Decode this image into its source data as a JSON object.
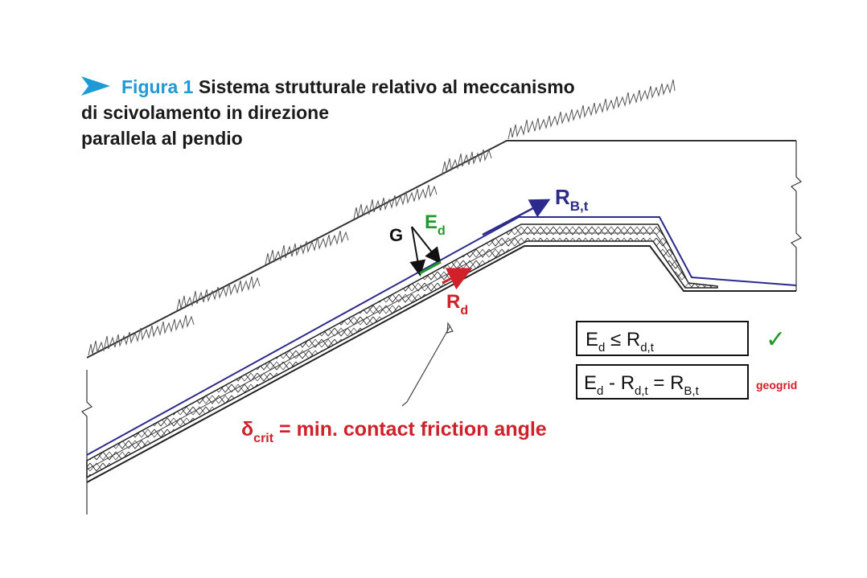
{
  "caption": {
    "figure_label": "Figura 1",
    "text_line1": "Sistema strutturale relativo al meccanismo",
    "text_line2": "di scivolamento in direzione",
    "text_line3": "parallela al pendio"
  },
  "labels": {
    "g": "G",
    "ed_main": "E",
    "ed_sub": "d",
    "rbt_main": "R",
    "rbt_sub": "B,t",
    "rd_main": "R",
    "rd_sub": "d",
    "delta_main": "δ",
    "delta_sub": "crit",
    "delta_text": " = min. contact friction angle",
    "eq1_e": "E",
    "eq1_e_sub": "d",
    "eq1_op": "  ≤ R",
    "eq1_r_sub": "d,t",
    "eq2_e": "E",
    "eq2_e_sub": "d",
    "eq2_mid": "  - R",
    "eq2_r_sub": "d,t",
    "eq2_eq": " = R",
    "eq2_rb_sub": "B,t",
    "check": "✓",
    "geogrid": "geogrid"
  },
  "colors": {
    "accent": "#1f9ad6",
    "red": "#d0202a",
    "blue": "#2c2a8c",
    "green": "#1f9a2a",
    "line": "#222222"
  }
}
